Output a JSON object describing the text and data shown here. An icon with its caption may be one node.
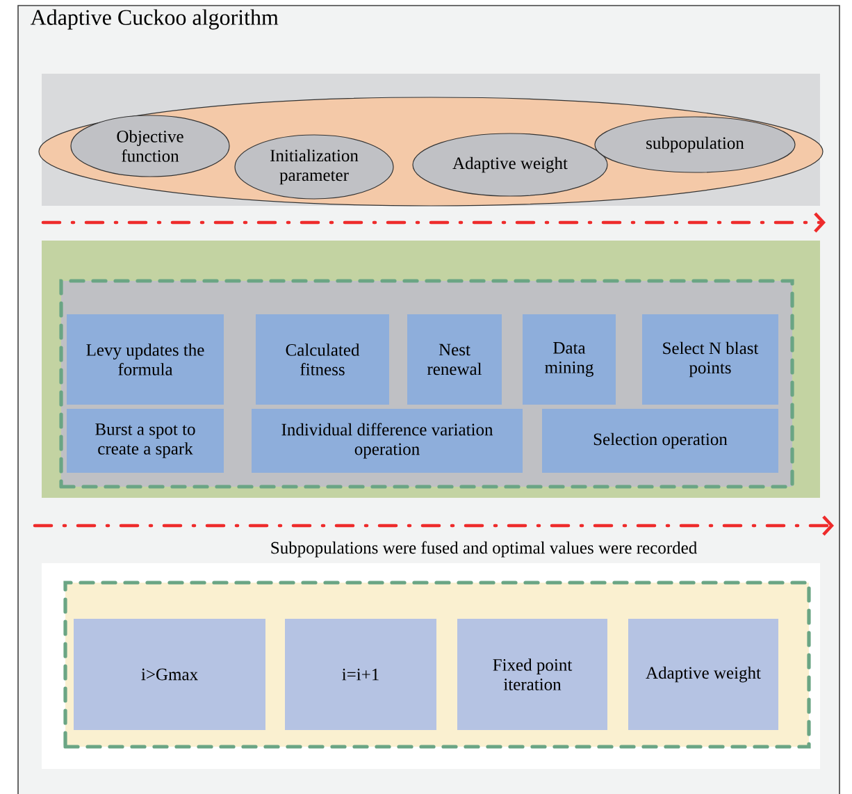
{
  "diagram": {
    "nodes": [
      {
        "text": [
          "Adaptive Cuckoo algorithm"
        ]
      },
      {
        "text": [],
        "shape": "box",
        "in": 0
      },
      {
        "text": [],
        "shape": "ellipse",
        "in": 1
      },
      {
        "text": [
          "Objective function"
        ],
        "in": 2
      },
      {
        "text": [
          "Initialization parameter"
        ],
        "in": 2
      },
      {
        "text": [
          "Adaptive weight"
        ],
        "in": 2
      },
      {
        "text": [
          "subpopulation"
        ],
        "in": 2
      },
      {
        "text": [],
        "shape": "box",
        "in": 0
      },
      {
        "text": [],
        "shape": "box",
        "in": 7
      },
      {
        "text": [
          "Levy updates the formula"
        ],
        "in": 8
      },
      {
        "text": [
          "Calculated fitness"
        ],
        "in": 8
      },
      {
        "text": [
          "Nest renewal"
        ],
        "in": 8
      },
      {
        "text": [
          "Data mining"
        ],
        "in": 8
      },
      {
        "text": [
          "Select N blast points"
        ],
        "in": 8
      },
      {
        "text": [
          "Burst a spot to create a spark"
        ],
        "in": 8
      },
      {
        "text": [
          "Individual difference variation operation"
        ],
        "in": 8
      },
      {
        "text": [
          "Selection operation"
        ],
        "in": 8
      },
      {
        "text": [],
        "shape": "box",
        "in": 0
      },
      {
        "text": [],
        "shape": "box",
        "in": 17
      },
      {
        "text": [
          "i>Gmax"
        ],
        "in": 18
      },
      {
        "text": [
          "i=i+1"
        ],
        "in": 18
      },
      {
        "text": [
          "Fixed point iteration"
        ],
        "in": 18
      },
      {
        "text": [
          "Adaptive weight"
        ],
        "in": 18
      }
    ],
    "labels": [
      "Subpopulations were fused and optimal values were recorded"
    ]
  }
}
